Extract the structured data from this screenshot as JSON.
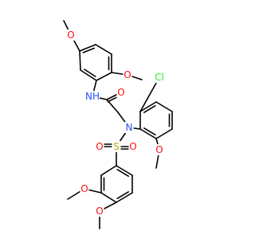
{
  "colors": {
    "carbon_bond": "#000000",
    "oxygen": "#ff0d0d",
    "nitrogen": "#3050f8",
    "chlorine": "#1ff01f",
    "sulfur": "#c8a000",
    "background": "#ffffff"
  },
  "atoms": [
    {
      "id": "o_top_methoxy",
      "label": "O",
      "element": "oxygen"
    },
    {
      "id": "o_ring1_methoxy",
      "label": "O",
      "element": "oxygen"
    },
    {
      "id": "nh_amide",
      "label": "NH",
      "element": "nitrogen"
    },
    {
      "id": "o_carbonyl",
      "label": "O",
      "element": "oxygen"
    },
    {
      "id": "cl",
      "label": "Cl",
      "element": "chlorine"
    },
    {
      "id": "n_sulfonamide",
      "label": "N",
      "element": "nitrogen"
    },
    {
      "id": "o_ring2_methoxy",
      "label": "O",
      "element": "oxygen"
    },
    {
      "id": "o_sulfonyl_left",
      "label": "O",
      "element": "oxygen"
    },
    {
      "id": "s",
      "label": "S",
      "element": "sulfur"
    },
    {
      "id": "o_sulfonyl_right",
      "label": "O",
      "element": "oxygen"
    },
    {
      "id": "o_ring3_meta",
      "label": "O",
      "element": "oxygen"
    },
    {
      "id": "o_ring3_para",
      "label": "O",
      "element": "oxygen"
    }
  ]
}
